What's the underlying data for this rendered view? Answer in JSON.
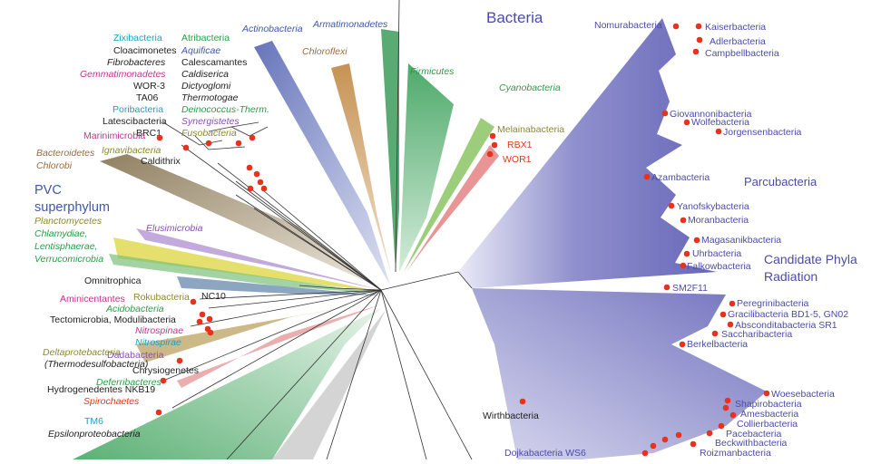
{
  "title": "Bacteria",
  "colors": {
    "cpr": "#6f6fbf",
    "cpr_text": "#4b4ba8",
    "blue": "#3f58a8",
    "green": "#2f9a4a",
    "lime": "#7fb13c",
    "olive": "#8b8a2c",
    "orange": "#b97a3c",
    "red": "#e2371f",
    "pink": "#c2338f",
    "cyan": "#1f9fbf",
    "brown": "#9a6a3c",
    "purple": "#8a4fb0",
    "black": "#222222",
    "dot": "#e8321e"
  },
  "groups": {
    "pvc": "PVC superphylum",
    "cpr": "Candidate Phyla Radiation",
    "parcubacteria": "Parcubacteria"
  },
  "labels": [
    {
      "text": "Zixibacteria",
      "color": "cyan",
      "italic": false
    },
    {
      "text": "Cloacimonetes",
      "color": "black",
      "italic": false
    },
    {
      "text": "Fibrobacteres",
      "color": "black",
      "italic": true
    },
    {
      "text": "Gemmatimonadetes",
      "color": "pink",
      "italic": true
    },
    {
      "text": "WOR-3",
      "color": "black",
      "italic": false
    },
    {
      "text": "TA06",
      "color": "black",
      "italic": false
    },
    {
      "text": "Poribacteria",
      "color": "cyan",
      "italic": false
    },
    {
      "text": "Latescibacteria",
      "color": "black",
      "italic": false
    },
    {
      "text": "BRC1",
      "color": "black",
      "italic": false
    },
    {
      "text": "Atribacteria",
      "color": "green",
      "italic": false
    },
    {
      "text": "Aquificae",
      "color": "blue",
      "italic": true
    },
    {
      "text": "Calescamantes",
      "color": "black",
      "italic": false
    },
    {
      "text": "Caldiserica",
      "color": "black",
      "italic": true
    },
    {
      "text": "Dictyoglomi",
      "color": "black",
      "italic": true
    },
    {
      "text": "Thermotogae",
      "color": "black",
      "italic": true
    },
    {
      "text": "Deinococcus-Therm.",
      "color": "green",
      "italic": true
    },
    {
      "text": "Synergistetes",
      "color": "purple",
      "italic": true
    },
    {
      "text": "Fusobacteria",
      "color": "olive",
      "italic": true
    },
    {
      "text": "Actinobacteria",
      "color": "blue",
      "italic": true
    },
    {
      "text": "Armatimonadetes",
      "color": "blue",
      "italic": true
    },
    {
      "text": "Chloroflexi",
      "color": "brown",
      "italic": true
    },
    {
      "text": "Firmicutes",
      "color": "green",
      "italic": true
    },
    {
      "text": "Cyanobacteria",
      "color": "green",
      "italic": true
    },
    {
      "text": "Melainabacteria",
      "color": "olive",
      "italic": false
    },
    {
      "text": "RBX1",
      "color": "red",
      "italic": false
    },
    {
      "text": "WOR1",
      "color": "red",
      "italic": false
    },
    {
      "text": "Marinimicrobia",
      "color": "pink",
      "italic": false
    },
    {
      "text": "Ignavibacteria",
      "color": "olive",
      "italic": true
    },
    {
      "text": "Bacteroidetes",
      "color": "brown",
      "italic": true
    },
    {
      "text": "Chlorobi",
      "color": "brown",
      "italic": true
    },
    {
      "text": "Caldithrix",
      "color": "black",
      "italic": false
    },
    {
      "text": "Planctomycetes",
      "color": "olive",
      "italic": true
    },
    {
      "text": "Chlamydiae,",
      "color": "green",
      "italic": true
    },
    {
      "text": "Lentisphaerae,",
      "color": "green",
      "italic": true
    },
    {
      "text": "Verrucomicrobia",
      "color": "green",
      "italic": true
    },
    {
      "text": "Elusimicrobia",
      "color": "purple",
      "italic": true
    },
    {
      "text": "Omnitrophica",
      "color": "black",
      "italic": false
    },
    {
      "text": "Aminicentantes",
      "color": "pink",
      "italic": false
    },
    {
      "text": "Rokubacteria",
      "color": "olive",
      "italic": false
    },
    {
      "text": "NC10",
      "color": "black",
      "italic": false
    },
    {
      "text": "Acidobacteria",
      "color": "green",
      "italic": true
    },
    {
      "text": "Tectomicrobia, Modulibacteria",
      "color": "black",
      "italic": false
    },
    {
      "text": "Nitrospinae",
      "color": "pink",
      "italic": true
    },
    {
      "text": "Nitrospirae",
      "color": "cyan",
      "italic": true
    },
    {
      "text": "Dadabacteria",
      "color": "purple",
      "italic": false
    },
    {
      "text": "Deltaprotebacteria",
      "color": "olive",
      "italic": true
    },
    {
      "text": "(Thermodesulfobacteria)",
      "color": "black",
      "italic": true
    },
    {
      "text": "Chrysiogenetes",
      "color": "black",
      "italic": false
    },
    {
      "text": "Deferribacteres",
      "color": "green",
      "italic": true
    },
    {
      "text": "Hydrogenedentes NKB19",
      "color": "black",
      "italic": false
    },
    {
      "text": "Spirochaetes",
      "color": "red",
      "italic": true
    },
    {
      "text": "TM6",
      "color": "cyan",
      "italic": false
    },
    {
      "text": "Epsilonproteobacteria",
      "color": "black",
      "italic": true
    },
    {
      "text": "Wirthbacteria",
      "color": "black",
      "italic": false
    },
    {
      "text": "Dojkabacteria WS6",
      "color": "cpr_text",
      "italic": false
    },
    {
      "text": "Nomurabacteria",
      "color": "cpr_text",
      "italic": false
    },
    {
      "text": "Kaiserbacteria",
      "color": "cpr_text",
      "italic": false
    },
    {
      "text": "Adlerbacteria",
      "color": "cpr_text",
      "italic": false
    },
    {
      "text": "Campbellbacteria",
      "color": "cpr_text",
      "italic": false
    },
    {
      "text": "Giovannonibacteria",
      "color": "cpr_text",
      "italic": false
    },
    {
      "text": "Wolfebacteria",
      "color": "cpr_text",
      "italic": false
    },
    {
      "text": "Jorgensenbacteria",
      "color": "cpr_text",
      "italic": false
    },
    {
      "text": "Azambacteria",
      "color": "cpr_text",
      "italic": false
    },
    {
      "text": "Yanofskybacteria",
      "color": "cpr_text",
      "italic": false
    },
    {
      "text": "Moranbacteria",
      "color": "cpr_text",
      "italic": false
    },
    {
      "text": "Magasanikbacteria",
      "color": "cpr_text",
      "italic": false
    },
    {
      "text": "Uhrbacteria",
      "color": "cpr_text",
      "italic": false
    },
    {
      "text": "Falkowbacteria",
      "color": "cpr_text",
      "italic": false
    },
    {
      "text": "SM2F11",
      "color": "cpr_text",
      "italic": false
    },
    {
      "text": "Peregrinibacteria",
      "color": "cpr_text",
      "italic": false
    },
    {
      "text": "Gracilibacteria BD1-5, GN02",
      "color": "cpr_text",
      "italic": false
    },
    {
      "text": "Absconditabacteria SR1",
      "color": "cpr_text",
      "italic": false
    },
    {
      "text": "Saccharibacteria",
      "color": "cpr_text",
      "italic": false
    },
    {
      "text": "Berkelbacteria",
      "color": "cpr_text",
      "italic": false
    },
    {
      "text": "Woesebacteria",
      "color": "cpr_text",
      "italic": false
    },
    {
      "text": "Shapirobacteria",
      "color": "cpr_text",
      "italic": false
    },
    {
      "text": "Amesbacteria",
      "color": "cpr_text",
      "italic": false
    },
    {
      "text": "Collierbacteria",
      "color": "cpr_text",
      "italic": false
    },
    {
      "text": "Pacebacteria",
      "color": "cpr_text",
      "italic": false
    },
    {
      "text": "Beckwithbacteria",
      "color": "cpr_text",
      "italic": false
    },
    {
      "text": "Roizmanbacteria",
      "color": "cpr_text",
      "italic": false
    },
    {
      "text": "Gottesmanbacteria",
      "color": "cpr_text",
      "italic": false
    }
  ]
}
